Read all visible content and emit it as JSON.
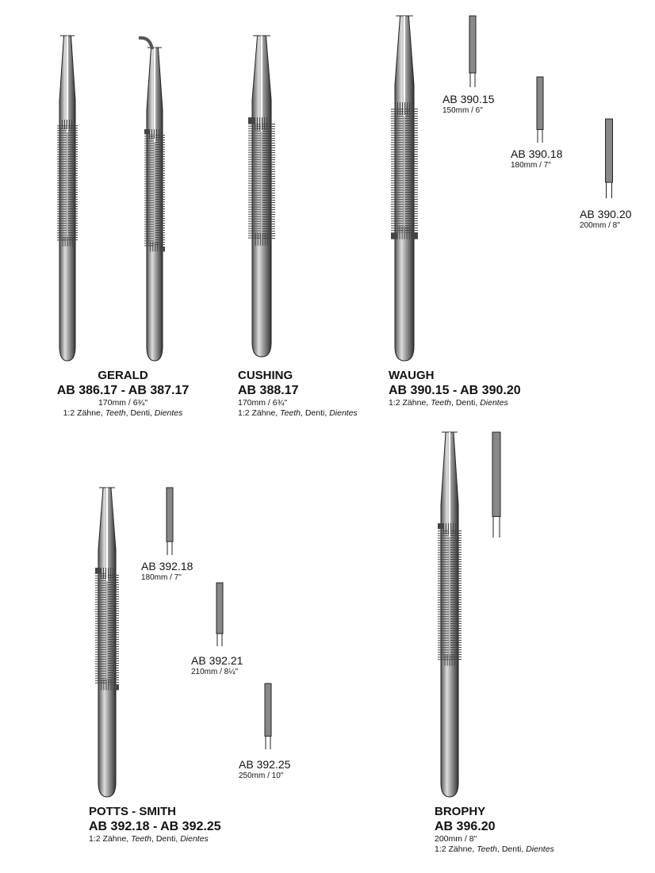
{
  "teeth_note": {
    "prefix": "1:2 Zähne, ",
    "teeth": "Teeth",
    "mid": ", Denti, ",
    "dientes": "Dientes"
  },
  "products": {
    "gerald": {
      "name": "GERALD",
      "code": "AB 386.17 - AB 387.17",
      "size": "170mm / 6¾\""
    },
    "cushing": {
      "name": "CUSHING",
      "code": "AB 388.17",
      "size": "170mm / 6¾\""
    },
    "waugh": {
      "name": "WAUGH",
      "code": "AB 390.15 - AB 390.20",
      "variants": [
        {
          "code": "AB 390.15",
          "size": "150mm / 6\""
        },
        {
          "code": "AB 390.18",
          "size": "180mm / 7\""
        },
        {
          "code": "AB 390.20",
          "size": "200mm / 8\""
        }
      ]
    },
    "potts_smith": {
      "name": "POTTS - SMITH",
      "code": "AB 392.18 - AB 392.25",
      "variants": [
        {
          "code": "AB 392.18",
          "size": "180mm / 7\""
        },
        {
          "code": "AB 392.21",
          "size": "210mm / 8¼\""
        },
        {
          "code": "AB 392.25",
          "size": "250mm / 10\""
        }
      ]
    },
    "brophy": {
      "name": "BROPHY",
      "code": "AB 396.20",
      "size": "200mm / 8\""
    }
  }
}
